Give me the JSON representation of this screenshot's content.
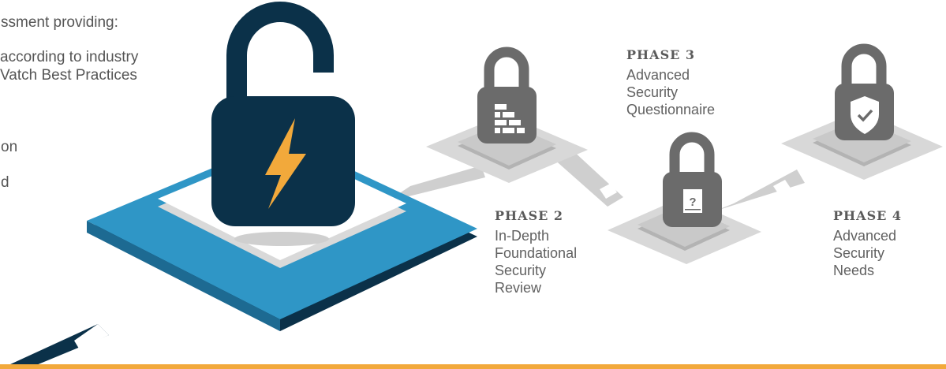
{
  "intro": {
    "heading_fragment": "ssment providing:",
    "line1": "according to industry",
    "line2": "Vatch Best Practices",
    "fragment_on": "on",
    "fragment_d": "d"
  },
  "phases": [
    {
      "heading": "PHASE 2",
      "lines": [
        "In-Depth",
        "Foundational",
        "Security",
        "Review"
      ]
    },
    {
      "heading": "PHASE 3",
      "lines": [
        "Advanced",
        "Security",
        "Questionnaire"
      ]
    },
    {
      "heading": "PHASE 4",
      "lines": [
        "Advanced",
        "Security",
        "Needs"
      ]
    }
  ],
  "icons": {
    "main": "unlocked-padlock-lightning-icon",
    "phase2": "padlock-brick-wall-icon",
    "phase3": "padlock-questionnaire-icon",
    "phase4": "padlock-shield-check-icon"
  },
  "colors": {
    "main_lock": "#0b3149",
    "lightning": "#f2a93b",
    "platform_blue": "#2f96c6",
    "platform_dark": "#0b3149",
    "phase_lock": "#6b6b6b",
    "phase_platform_light": "#d8d8d8",
    "phase_platform_mid": "#b9b9b9",
    "accent_rule": "#f2a93b"
  }
}
